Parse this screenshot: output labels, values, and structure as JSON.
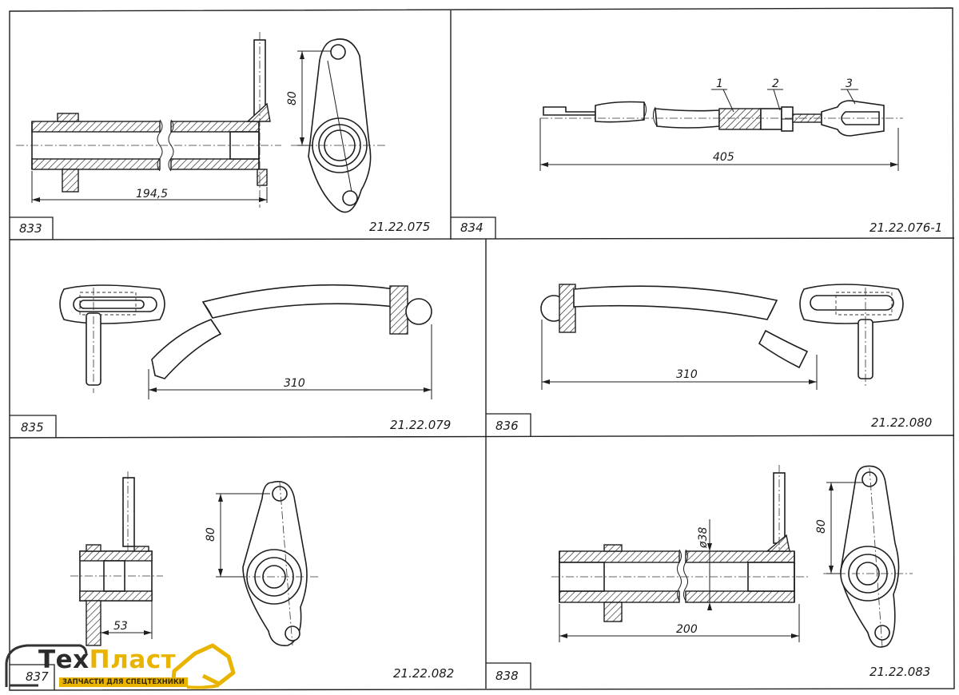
{
  "cells": [
    {
      "number": "833",
      "part_code": "21.22.075",
      "dimensions": [
        "194,5",
        "80"
      ]
    },
    {
      "number": "834",
      "part_code": "21.22.076-1",
      "dimensions": [
        "405"
      ],
      "callouts": [
        "1",
        "2",
        "3"
      ]
    },
    {
      "number": "835",
      "part_code": "21.22.079",
      "dimensions": [
        "310"
      ]
    },
    {
      "number": "836",
      "part_code": "21.22.080",
      "dimensions": [
        "310"
      ]
    },
    {
      "number": "837",
      "part_code": "21.22.082",
      "dimensions": [
        "53",
        "80"
      ]
    },
    {
      "number": "838",
      "part_code": "21.22.083",
      "dimensions": [
        "200",
        "ø38",
        "80"
      ]
    }
  ],
  "watermark": {
    "brand_left": "Тех",
    "brand_right": "Пласт",
    "tagline": "ЗАПЧАСТИ ДЛЯ СПЕЦТЕХНИКИ"
  },
  "colors": {
    "ink": "#1e1e1e",
    "paper": "#ffffff",
    "logo_accent": "#e8b400"
  }
}
